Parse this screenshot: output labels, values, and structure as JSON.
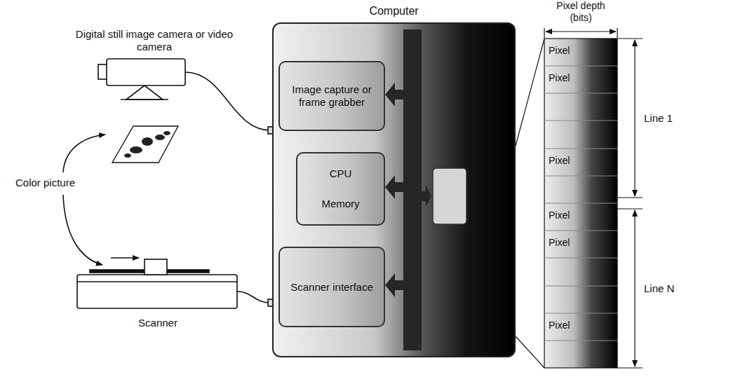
{
  "diagram": {
    "nodes": [
      {
        "text": [
          "Computer"
        ]
      },
      {
        "text": [
          "Image capture or frame grabber"
        ],
        "in": 0
      },
      {
        "text": [
          "CPU",
          "Memory"
        ],
        "in": 0
      },
      {
        "text": [
          "Scanner interface"
        ],
        "in": 0
      }
    ],
    "labels": [
      "Digital still image camera or video camera",
      "Color picture",
      "Scanner",
      "Pixel depth (bits)",
      "Pixel",
      "Pixel",
      "Pixel",
      "Pixel",
      "Pixel",
      "Pixel",
      "Line 1",
      "Line N"
    ]
  }
}
